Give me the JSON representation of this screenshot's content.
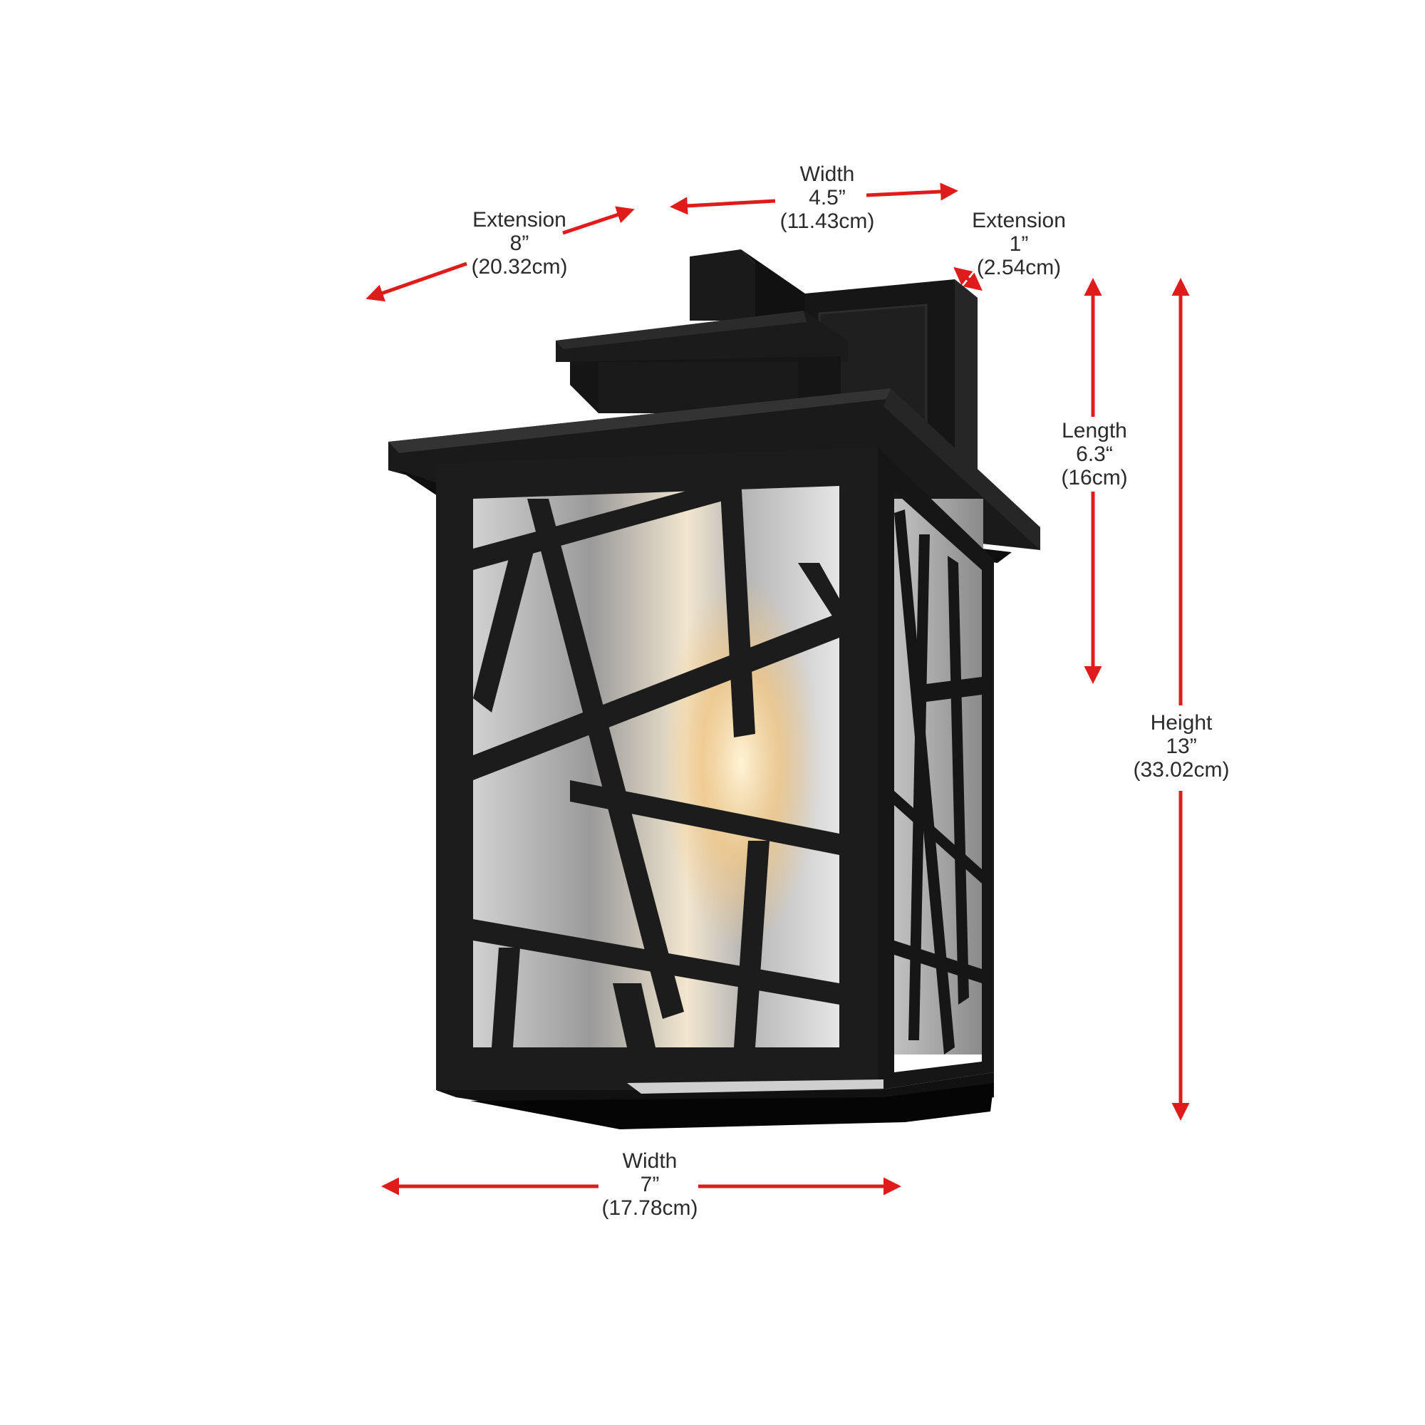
{
  "product": {
    "type": "outdoor wall lantern",
    "finish_color": "#1c1c1c",
    "glass": "seeded clear glass",
    "cage_pattern": "geometric branch cut-out"
  },
  "annotation_color": "#e01b1b",
  "text_color": "#2b2b2b",
  "dimensions": {
    "extension_front": {
      "title": "Extension",
      "inches": "8”",
      "cm": "(20.32cm)"
    },
    "width_top": {
      "title": "Width",
      "inches": "4.5”",
      "cm": "(11.43cm)"
    },
    "extension_back": {
      "title": "Extension",
      "inches": "1”",
      "cm": "(2.54cm)"
    },
    "length": {
      "title": "Length",
      "inches": "6.3“",
      "cm": "(16cm)"
    },
    "height": {
      "title": "Height",
      "inches": "13”",
      "cm": "(33.02cm)"
    },
    "width_bottom": {
      "title": "Width",
      "inches": "7”",
      "cm": "(17.78cm)"
    }
  }
}
